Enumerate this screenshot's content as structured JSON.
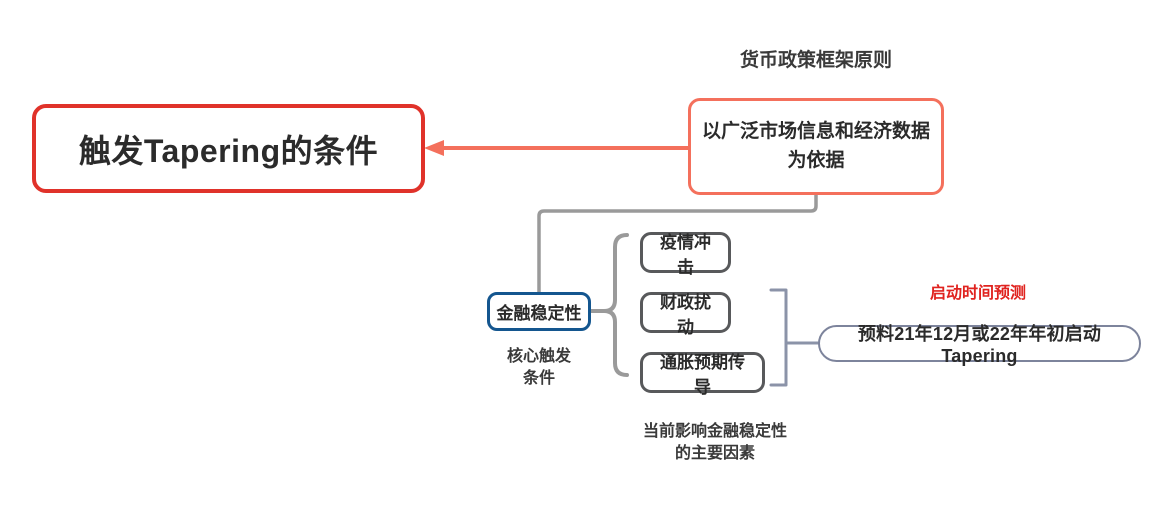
{
  "diagram": {
    "type": "mindmap",
    "background": "#ffffff",
    "colors": {
      "root_border": "#e0322a",
      "principle_border": "#f4705c",
      "stability_border": "#14568f",
      "factor_border": "#58595b",
      "forecast_border": "#7d849c",
      "connector_gray": "#9a9a9a",
      "connector_bluegray": "#8b93a8",
      "connector_salmon": "#f4705c",
      "text_dark": "#2b2b2b",
      "caption_red": "#e0231f"
    },
    "root": {
      "label": "触发Tapering的条件"
    },
    "principle": {
      "caption": "货币政策框架原则",
      "label": "以广泛市场信息和经济数据为依据"
    },
    "stability": {
      "label": "金融稳定性",
      "caption": "核心触发\n条件"
    },
    "factors": {
      "caption": "当前影响金融稳定性\n的主要因素",
      "items": [
        {
          "label": "疫情冲击"
        },
        {
          "label": "财政扰动"
        },
        {
          "label": "通胀预期传导"
        }
      ]
    },
    "forecast": {
      "caption": "启动时间预测",
      "label": "预料21年12月或22年年初启动Tapering"
    }
  }
}
